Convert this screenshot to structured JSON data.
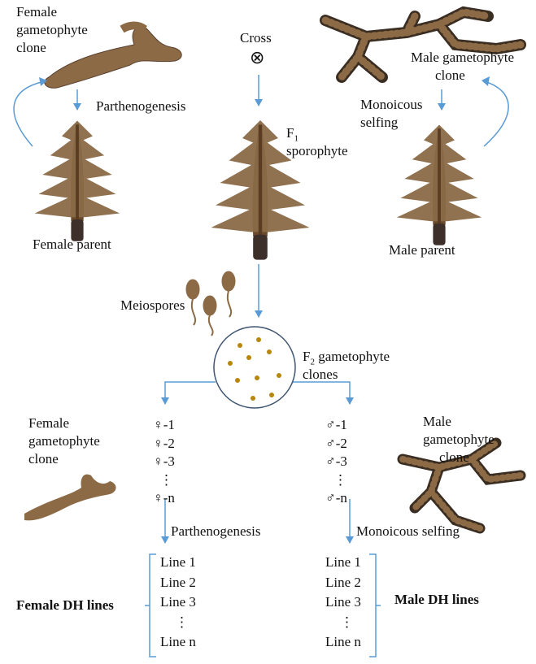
{
  "top": {
    "female_clone_label": [
      "Female",
      "gametophyte",
      "clone"
    ],
    "parthenogenesis": "Parthenogenesis",
    "female_parent": "Female parent",
    "cross": "Cross",
    "cross_symbol": "⊗",
    "f1_label": "F",
    "f1_sub": "1",
    "f1_label2": "sporophyte",
    "male_clone_label": [
      "Male gametophyte",
      "clone"
    ],
    "monoicous_selfing": [
      "Monoicous",
      "selfing"
    ],
    "male_parent": "Male parent"
  },
  "middle": {
    "meiospores": "Meiospores",
    "f2_label": "F",
    "f2_sub": "2",
    "f2_rest": " gametophyte",
    "f2_label2": "clones"
  },
  "lower": {
    "female_clone_label": [
      "Female",
      "gametophyte",
      "clone"
    ],
    "female_list": [
      "♀-1",
      "♀-2",
      "♀-3",
      "⋮",
      "♀-n"
    ],
    "male_clone_label": [
      "Male",
      "gametophyte",
      "clone"
    ],
    "male_list": [
      "♂-1",
      "♂-2",
      "♂-3",
      "⋮",
      "♂-n"
    ],
    "parthenogenesis": "Parthenogenesis",
    "monoicous_selfing": "Monoicous selfing",
    "female_lines": [
      "Line 1",
      "Line 2",
      "Line 3",
      "⋮",
      "Line n"
    ],
    "male_lines": [
      "Line 1",
      "Line 2",
      "Line 3",
      "⋮",
      "Line n"
    ],
    "female_dh": "Female DH lines",
    "male_dh": "Male DH lines"
  },
  "colors": {
    "arrow": "#5b9bd5",
    "thallus": "#8b6a45",
    "dark_thallus": "#3a2d22",
    "spore": "#b8860b"
  }
}
